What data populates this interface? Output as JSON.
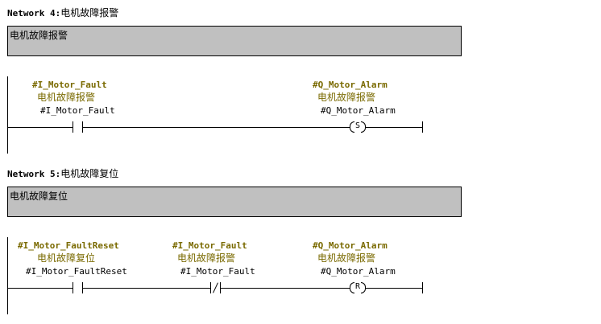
{
  "network4": {
    "label": "Network 4",
    "title": "电机故障报警",
    "comment": "电机故障报警",
    "contact": {
      "symbol": "#I_Motor_Fault",
      "comment": "电机故障报警",
      "address": "#I_Motor_Fault",
      "type": "NO"
    },
    "coil": {
      "symbol": "#Q_Motor_Alarm",
      "comment": "电机故障报警",
      "address": "#Q_Motor_Alarm",
      "letter": "S"
    }
  },
  "network5": {
    "label": "Network 5",
    "title": "电机故障复位",
    "comment": "电机故障复位",
    "contact1": {
      "symbol": "#I_Motor_FaultReset",
      "comment": "电机故障复位",
      "address": "#I_Motor_FaultReset",
      "type": "NO"
    },
    "contact2": {
      "symbol": "#I_Motor_Fault",
      "comment": "电机故障报警",
      "address": "#I_Motor_Fault",
      "type": "NC"
    },
    "coil": {
      "symbol": "#Q_Motor_Alarm",
      "comment": "电机故障报警",
      "address": "#Q_Motor_Alarm",
      "letter": "R"
    }
  }
}
